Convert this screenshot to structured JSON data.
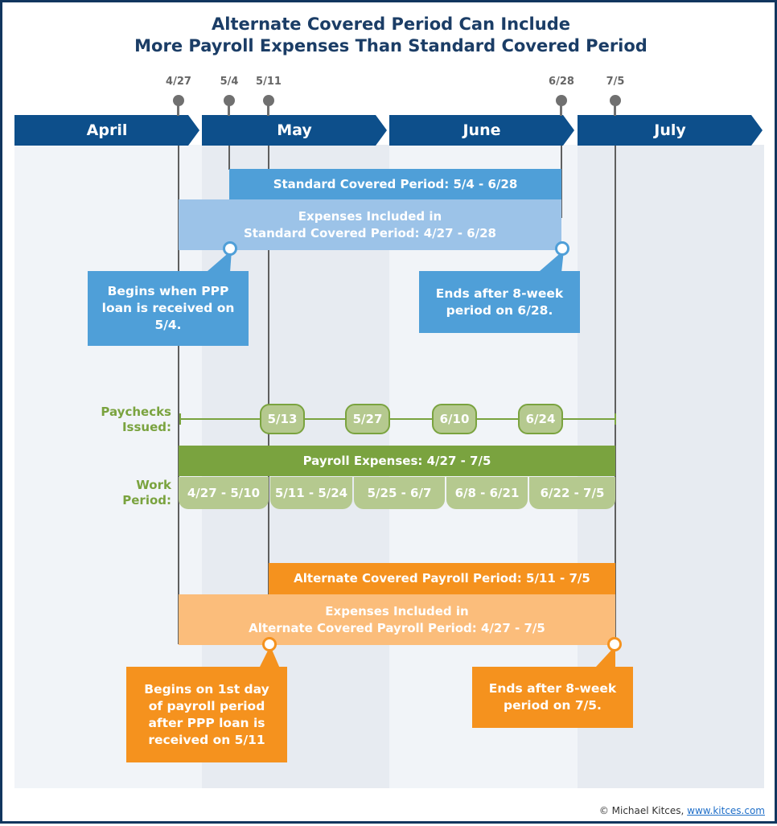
{
  "title": {
    "line1": "Alternate Covered Period Can Include",
    "line2": "More Payroll Expenses Than Standard Covered Period"
  },
  "dates": [
    "4/27",
    "5/4",
    "5/11",
    "6/28",
    "7/5"
  ],
  "months": [
    "April",
    "May",
    "June",
    "July"
  ],
  "standard": {
    "bar": "Standard Covered Period: 5/4 - 6/28",
    "expenses_line1": "Expenses Included in",
    "expenses_line2": "Standard Covered Period: 4/27 - 6/28",
    "callout_begin": "Begins when PPP loan is received on 5/4.",
    "callout_end": "Ends after 8-week period on 6/28."
  },
  "paychecks": {
    "label_line1": "Paychecks",
    "label_line2": "Issued:",
    "dates": [
      "5/13",
      "5/27",
      "6/10",
      "6/24"
    ]
  },
  "payroll": {
    "bar": "Payroll Expenses: 4/27 - 7/5",
    "work_label_line1": "Work",
    "work_label_line2": "Period:",
    "periods": [
      "4/27 - 5/10",
      "5/11 - 5/24",
      "5/25 - 6/7",
      "6/8 - 6/21",
      "6/22 - 7/5"
    ]
  },
  "alternate": {
    "bar": "Alternate Covered Payroll Period: 5/11 - 7/5",
    "expenses_line1": "Expenses Included in",
    "expenses_line2": "Alternate Covered Payroll Period: 4/27 - 7/5",
    "callout_begin": "Begins on 1st day of payroll period after PPP loan is received on 5/11",
    "callout_end": "Ends after 8-week period on 7/5."
  },
  "credit": {
    "text": "© Michael Kitces, ",
    "link": "www.kitces.com"
  },
  "colors": {
    "navy": "#0d4f8b",
    "blue": "#4f9fd8",
    "light_blue": "#9cc3e8",
    "green": "#7aa33f",
    "light_green": "#b5c98f",
    "orange": "#f5921e",
    "light_orange": "#fbbd7b"
  }
}
